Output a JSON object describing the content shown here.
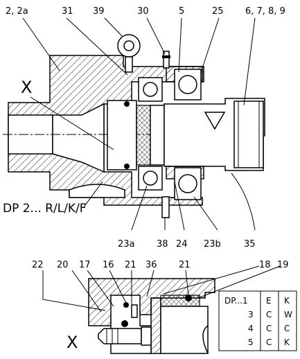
{
  "top_labels": {
    "a": "2, 2a",
    "b": "31",
    "c": "39",
    "d": "30",
    "e": "5",
    "f": "25",
    "g": "6, 7, 8, 9"
  },
  "section_marker": "X",
  "model_title": "DP 2... R/L/K/F",
  "bottom_labels": {
    "a": "23a",
    "b": "38",
    "c": "24",
    "d": "23b",
    "e": "35"
  },
  "detail_labels": {
    "a": "22",
    "b": "20",
    "c": "17",
    "d": "16",
    "e": "21",
    "f": "36",
    "g": "21",
    "h": "18",
    "i": "19"
  },
  "detail_marker": "X",
  "seal_table": [
    [
      "DP...1",
      "E",
      "K"
    ],
    [
      "3",
      "C",
      "W"
    ],
    [
      "4",
      "C",
      "C"
    ],
    [
      "5",
      "C",
      "K"
    ]
  ]
}
